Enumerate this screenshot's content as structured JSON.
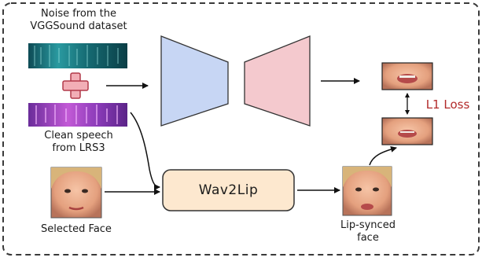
{
  "labels": {
    "noise_line1": "Noise from the",
    "noise_line2": "VGGSound dataset",
    "clean_line1": "Clean speech",
    "clean_line2": "from LRS3",
    "wav2lip": "Wav2Lip",
    "l1_loss": "L1 Loss",
    "selected_face": "Selected Face",
    "lipsynced_line1": "Lip-synced",
    "lipsynced_line2": "face"
  },
  "colors": {
    "border": "#3a3a3a",
    "encoder_fill": "#c7d6f4",
    "decoder_fill": "#f4c9ce",
    "wav2lip_fill": "#fde8cf",
    "loss_text": "#b22a2a",
    "plus_fill": "#f2aeb6",
    "noise_spec": "#1f7f82",
    "clean_spec": "#a14bc2"
  }
}
